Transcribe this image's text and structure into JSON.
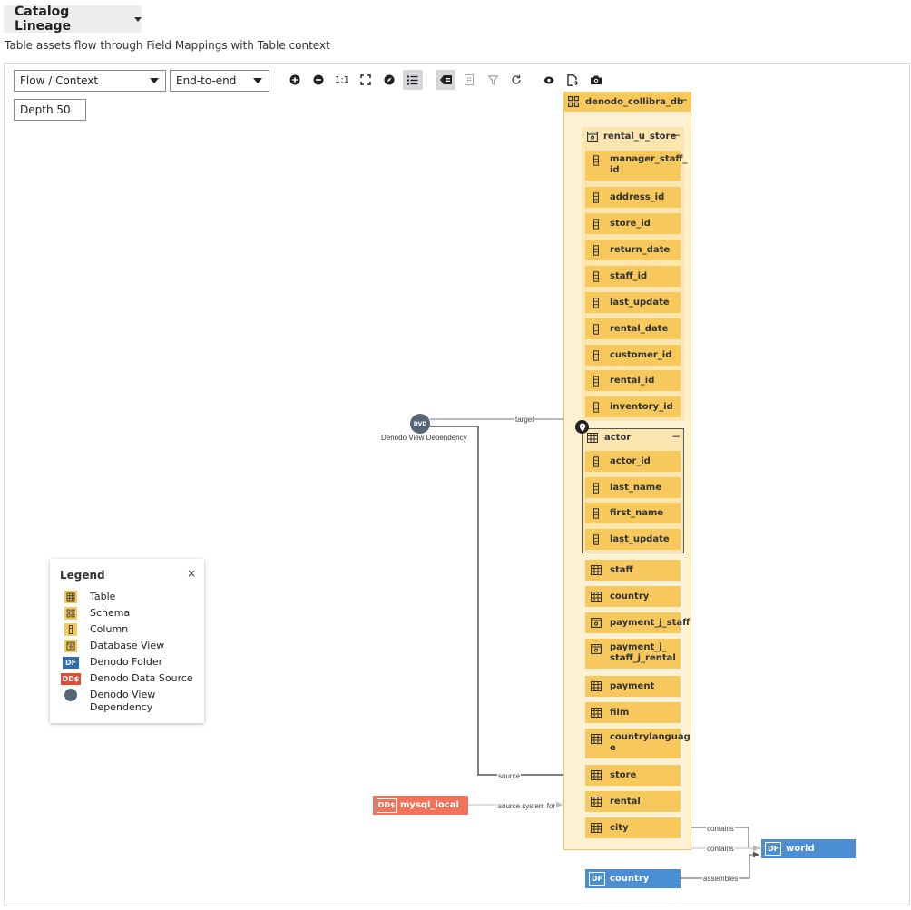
{
  "header": {
    "title": "Catalog Lineage",
    "subtitle": "Table assets flow through Field Mappings with Table context"
  },
  "toolbar": {
    "view_select": "Flow / Context",
    "direction_select": "End-to-end",
    "depth": "Depth 50",
    "zoom_reset_label": "1:1",
    "icons": [
      "zoom-in-icon",
      "zoom-out-icon",
      "fit-icon",
      "compass-icon",
      "list-icon",
      "tag-icon",
      "document-icon",
      "filter-icon",
      "refresh-icon",
      "eye-icon",
      "export-icon",
      "camera-icon"
    ]
  },
  "graph": {
    "db": {
      "name": "denodo_collibra_db"
    },
    "store_view": {
      "name": "rental_u_store",
      "columns": [
        "manager_staff_\nid",
        "address_id",
        "store_id",
        "return_date",
        "staff_id",
        "last_update",
        "rental_date",
        "customer_id",
        "rental_id",
        "inventory_id"
      ]
    },
    "actor": {
      "name": "actor",
      "columns": [
        "actor_id",
        "last_name",
        "first_name",
        "last_update"
      ]
    },
    "assets": [
      {
        "name": "staff",
        "kind": "table"
      },
      {
        "name": "country",
        "kind": "table"
      },
      {
        "name": "payment_j_staff",
        "kind": "view"
      },
      {
        "name": "payment_j_\nstaff_j_rental",
        "kind": "view"
      },
      {
        "name": "payment",
        "kind": "table"
      },
      {
        "name": "film",
        "kind": "table"
      },
      {
        "name": "countrylanguag\ne",
        "kind": "table"
      },
      {
        "name": "store",
        "kind": "table"
      },
      {
        "name": "rental",
        "kind": "table"
      },
      {
        "name": "city",
        "kind": "table"
      }
    ],
    "dependency": {
      "badge": "DVD",
      "label": "Denodo View Dependency"
    },
    "datasource": {
      "badge": "DD$",
      "name": "mysql_local"
    },
    "folders": [
      {
        "badge": "DF",
        "name": "world"
      },
      {
        "badge": "DF",
        "name": "country"
      }
    ],
    "edge_labels": {
      "target": "target",
      "source": "source",
      "source_system_for": "source system for",
      "contains_1": "contains",
      "contains_2": "contains",
      "assembles": "assembles"
    }
  },
  "legend": {
    "title": "Legend",
    "close": "×",
    "items": [
      {
        "label": "Table",
        "icon": "table-icon"
      },
      {
        "label": "Schema",
        "icon": "schema-icon"
      },
      {
        "label": "Column",
        "icon": "column-icon"
      },
      {
        "label": "Database View",
        "icon": "database-view-icon"
      },
      {
        "label": "Denodo Folder",
        "icon": "folder-badge",
        "badge": "DF"
      },
      {
        "label": "Denodo Data Source",
        "icon": "datasource-badge",
        "badge": "DD$"
      },
      {
        "label": "Denodo View\nDependency",
        "icon": "dependency-dot"
      }
    ]
  },
  "colors": {
    "asset": "#f7c95c",
    "group": "#fdf1d4",
    "datasource": "#f0735a",
    "folder": "#4b8ed3",
    "dependency": "#546575"
  }
}
